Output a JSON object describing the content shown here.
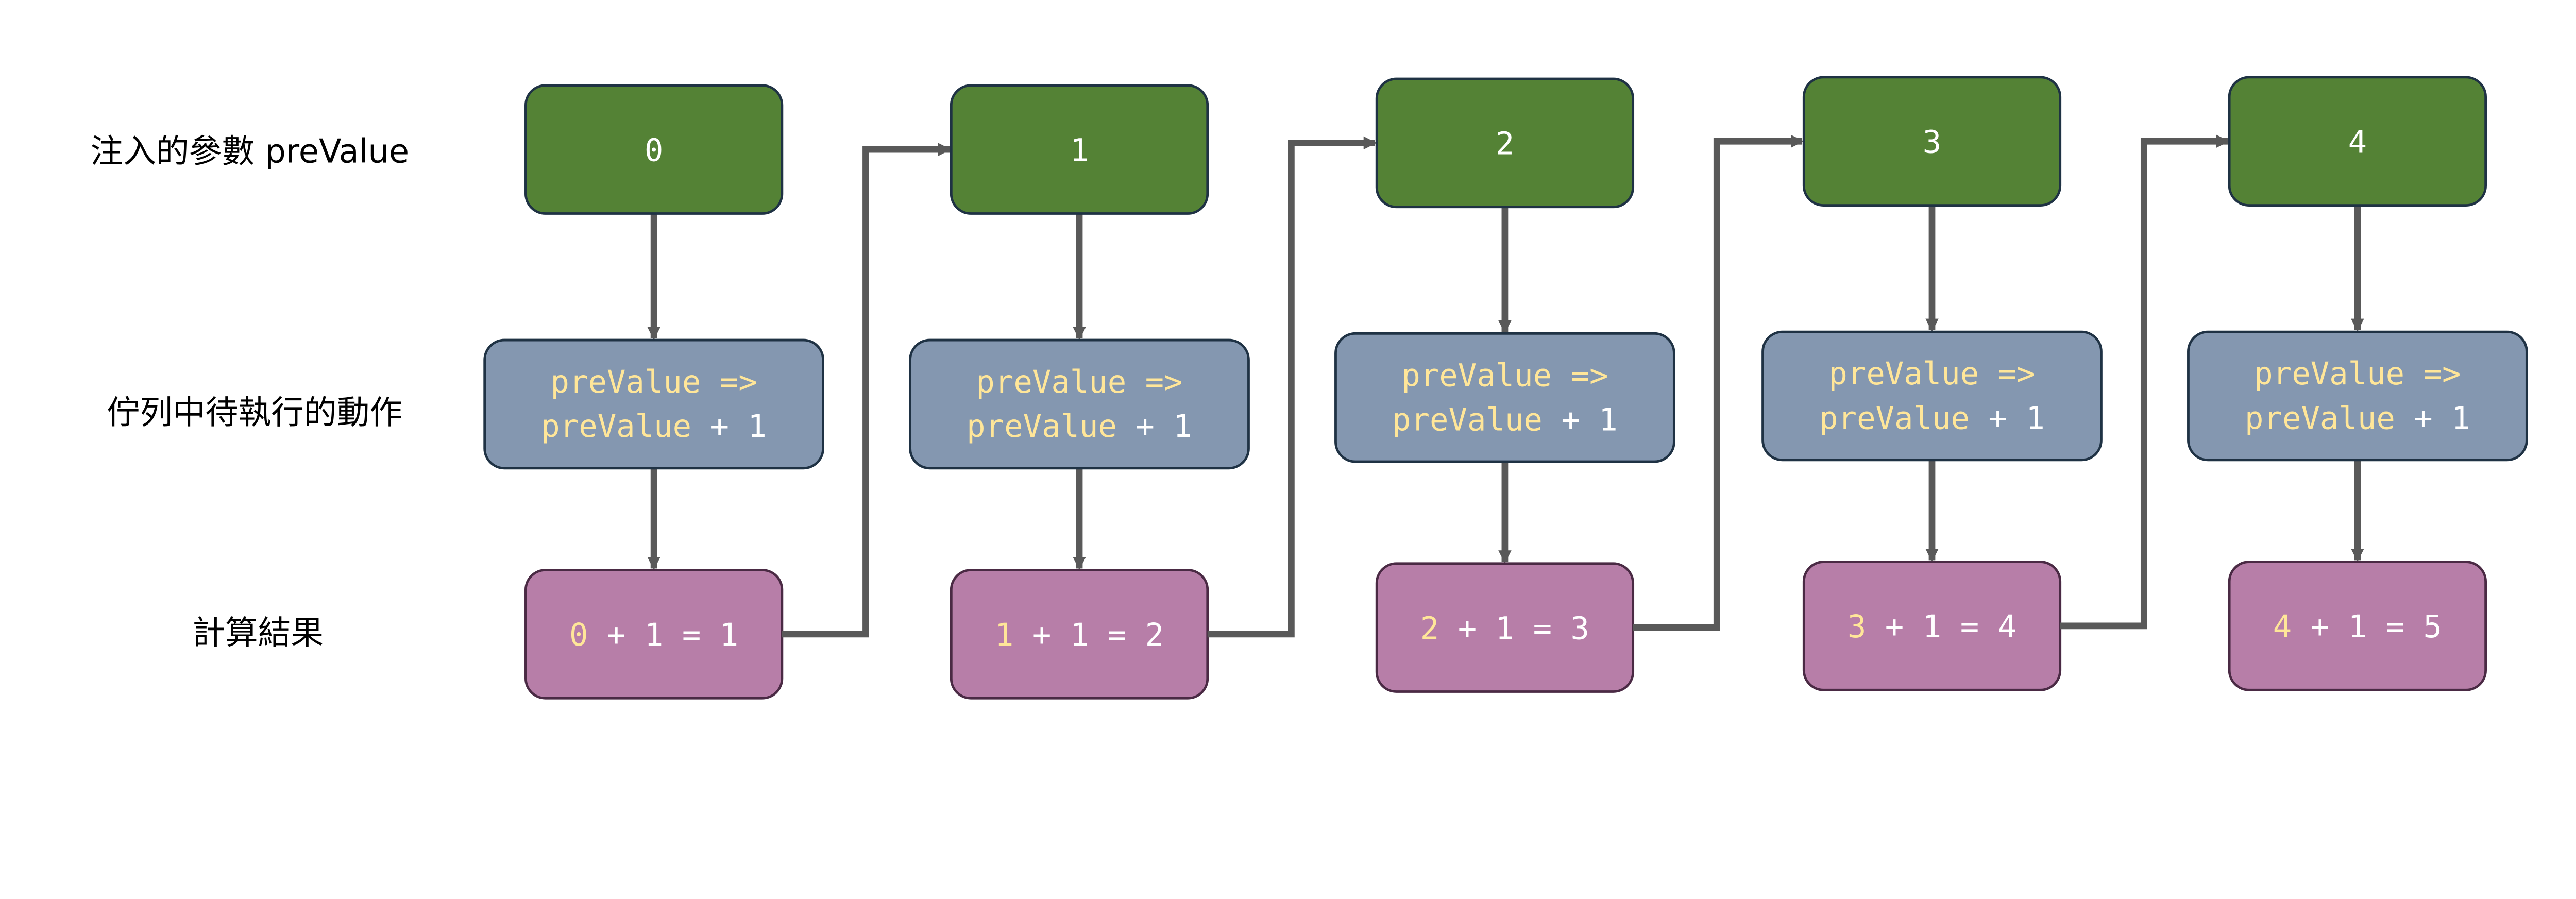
{
  "row_labels": {
    "input": "注入的參數 preValue",
    "queued": "佇列中待執行的動作",
    "result": "計算結果"
  },
  "colors": {
    "input_box": "#548235",
    "queued_box": "#8497B0",
    "result_box": "#B77EA8",
    "highlight_text": "#FFE699",
    "plain_text": "#FFFFFF",
    "arrow": "#595959"
  },
  "columns": [
    {
      "input": "0",
      "action_line1": "preValue =>",
      "action_line2_var": "preValue",
      "action_line2_rest": " + 1",
      "result_value": "0",
      "result_rest": " + 1 = 1"
    },
    {
      "input": "1",
      "action_line1": "preValue =>",
      "action_line2_var": "preValue",
      "action_line2_rest": " + 1",
      "result_value": "1",
      "result_rest": " + 1 = 2"
    },
    {
      "input": "2",
      "action_line1": "preValue =>",
      "action_line2_var": "preValue",
      "action_line2_rest": " + 1",
      "result_value": "2",
      "result_rest": " + 1 = 3"
    },
    {
      "input": "3",
      "action_line1": "preValue =>",
      "action_line2_var": "preValue",
      "action_line2_rest": " + 1",
      "result_value": "3",
      "result_rest": " + 1 = 4"
    },
    {
      "input": "4",
      "action_line1": "preValue =>",
      "action_line2_var": "preValue",
      "action_line2_rest": " + 1",
      "result_value": "4",
      "result_rest": " + 1 = 5"
    }
  ]
}
